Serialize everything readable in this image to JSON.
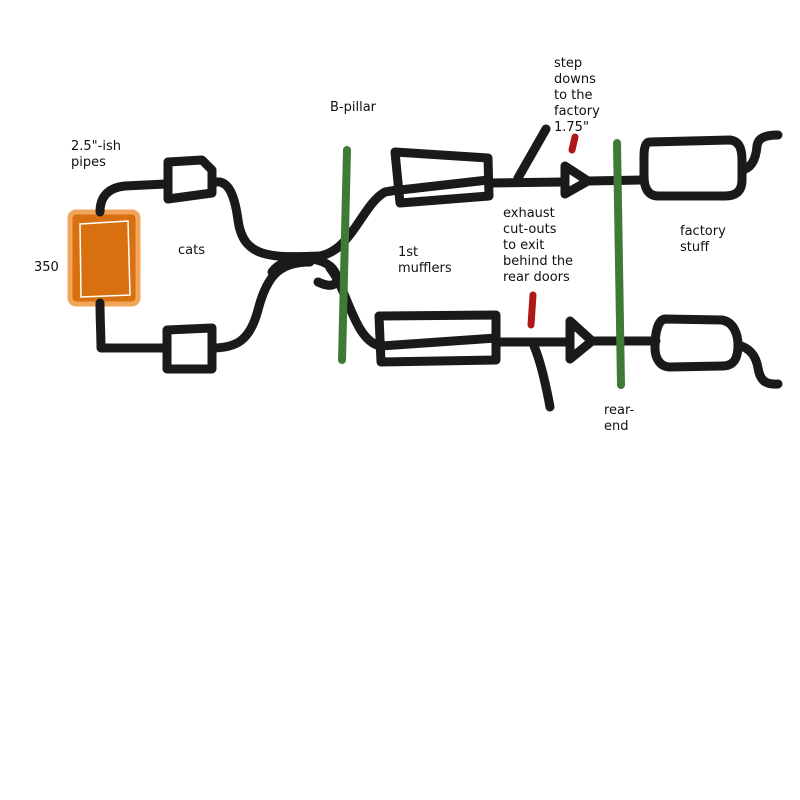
{
  "labels": {
    "engine": "350",
    "pipes": "2.5\"-ish\npipes",
    "cats": "cats",
    "b_pillar": "B-pillar",
    "mufflers": "1st\nmufflers",
    "step_downs": "step\ndowns\nto the\nfactory\n1.75\"",
    "cutouts": "exhaust\ncut-outs\nto exit\nbehind the\nrear doors",
    "factory": "factory\nstuff",
    "rear_end": "rear-\nend"
  },
  "colors": {
    "pipe": "#1a1a1a",
    "engine_fill": "#d9700f",
    "engine_border": "#f0a55a",
    "engine_inner": "#ffffff",
    "marker_line": "#3f7a36",
    "cutout_mark": "#b01818"
  }
}
